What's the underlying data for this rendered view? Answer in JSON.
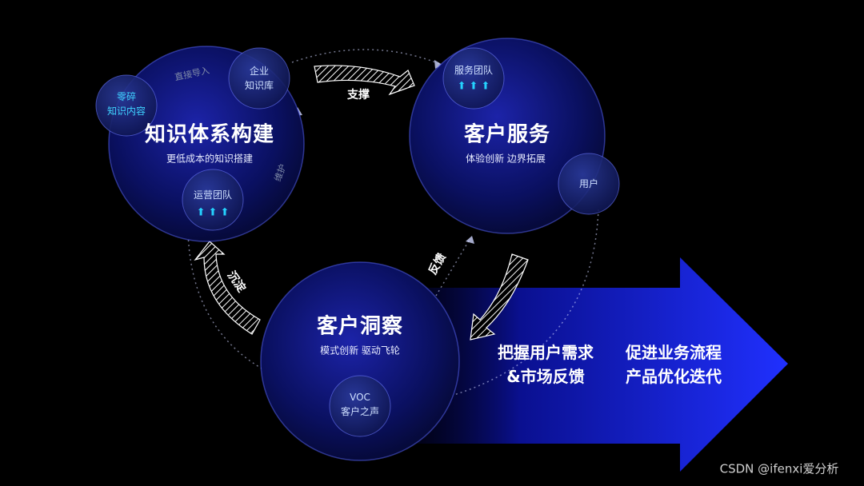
{
  "knowledge": {
    "title": "知识体系构建",
    "subtitle": "更低成本的知识搭建"
  },
  "service": {
    "title": "客户服务",
    "subtitle": "体验创新  边界拓展"
  },
  "insight": {
    "title": "客户洞察",
    "subtitle": "模式创新  驱动飞轮"
  },
  "nodes": {
    "fragment": "零碎\n知识内容",
    "enterprise": "企业\n知识库",
    "ops_team": "运营团队",
    "service_team": "服务团队",
    "user": "用户",
    "voc": "VOC\n客户之声"
  },
  "labels": {
    "direct_import": "直接导入",
    "support": "支撑",
    "feedback": "反馈",
    "sediment": "沉淀",
    "maintain": "维护"
  },
  "right_col1": "把握用户需求\n&市场反馈",
  "right_col2": "促进业务流程\n产品优化迭代",
  "watermark": "CSDN @ifenxi爱分析",
  "colors": {
    "accent": "#2b3bff",
    "cyan": "#3fd2ff",
    "circle_dark": "#0a0f45"
  }
}
